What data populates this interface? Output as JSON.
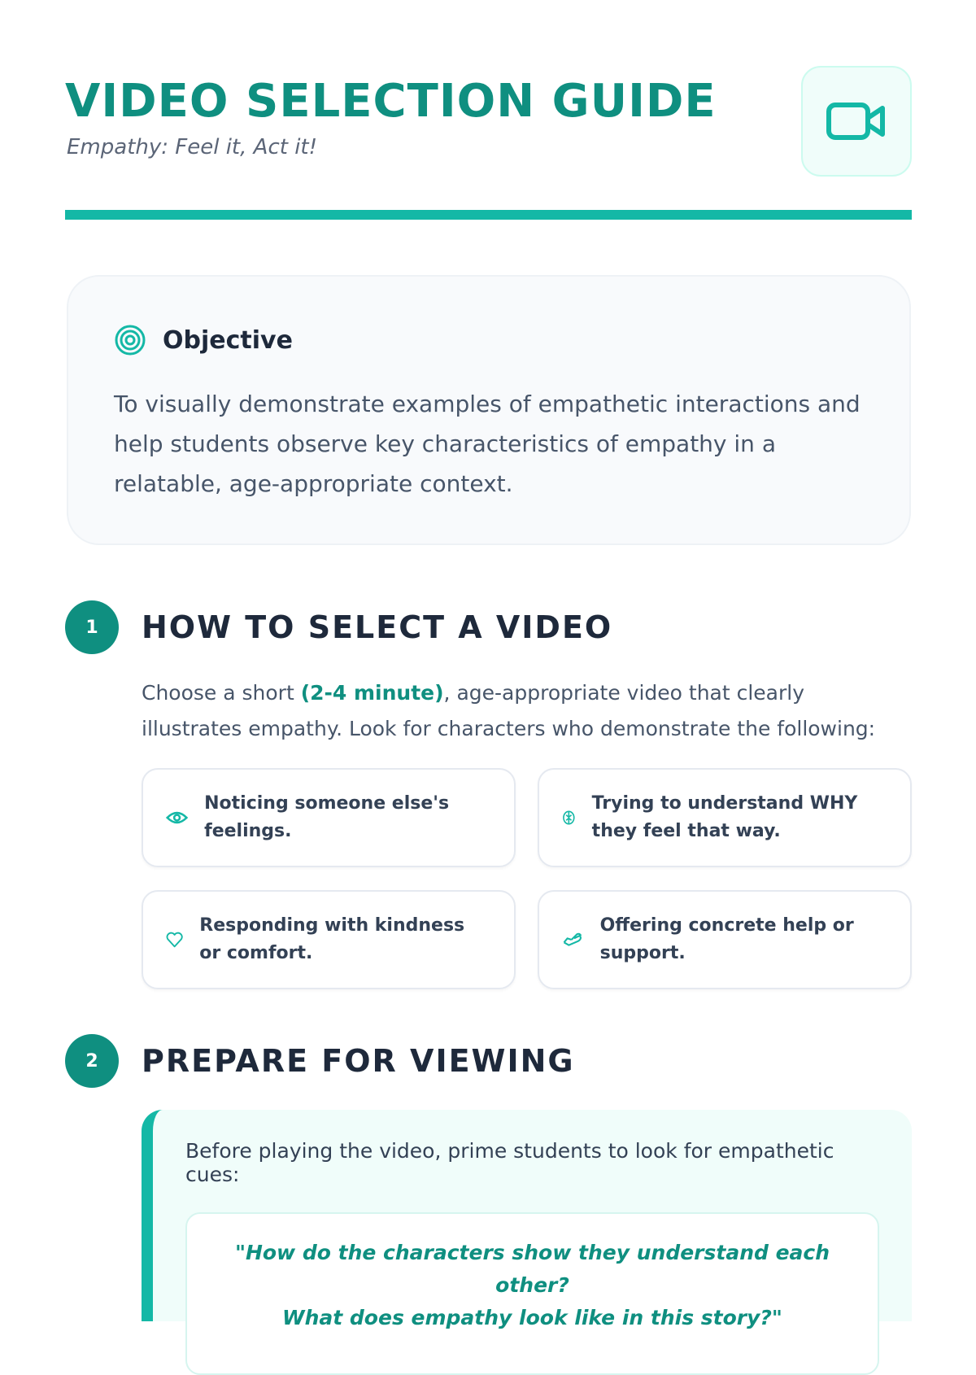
{
  "header": {
    "title": "VIDEO SELECTION GUIDE",
    "subtitle": "Empathy: Feel it, Act it!"
  },
  "objective": {
    "heading": "Objective",
    "text": "To visually demonstrate examples of empathetic interactions and help students observe key characteristics of empathy in a relatable, age-appropriate context."
  },
  "section1": {
    "number": "1",
    "heading": "HOW TO SELECT A VIDEO",
    "intro_pre": "Choose a short ",
    "intro_highlight": "(2-4 minute)",
    "intro_post": ", age-appropriate video that clearly illustrates empathy. Look for characters who demonstrate the following:",
    "items": [
      {
        "icon": "eye-icon",
        "label": "Noticing someone else's feelings."
      },
      {
        "icon": "brain-icon",
        "label": "Trying to understand WHY they feel that way."
      },
      {
        "icon": "heart-icon",
        "label": "Responding with kindness or comfort."
      },
      {
        "icon": "helping-hand-icon",
        "label": "Offering concrete help or support."
      }
    ]
  },
  "section2": {
    "number": "2",
    "heading": "PREPARE FOR VIEWING",
    "intro": "Before playing the video, prime students to look for empathetic cues:",
    "quote_line1": "\"How do the characters show they understand each other?",
    "quote_line2": "What does empathy look like in this story?\""
  },
  "colors": {
    "accent": "#14b8a6",
    "accent_dark": "#0f8f80"
  }
}
